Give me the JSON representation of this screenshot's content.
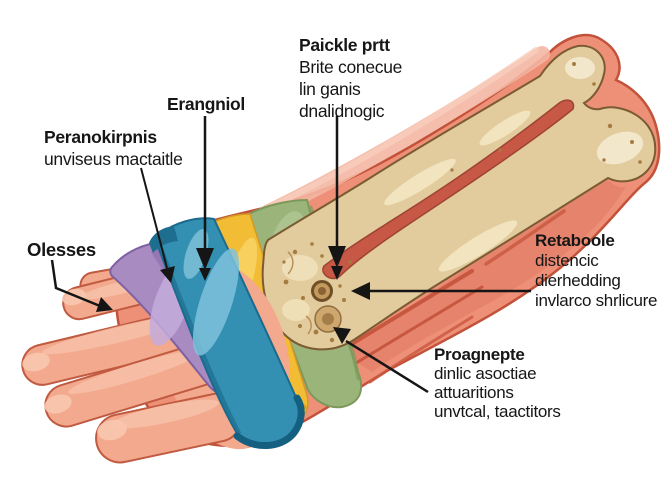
{
  "labels": {
    "paickle": {
      "title": "Paickle prtt",
      "line1": "Brite conecue",
      "line2": "lin ganis",
      "line3": "dnalidnogic"
    },
    "erangniol": {
      "title": "Erangniol"
    },
    "peranokirpnis": {
      "title": "Peranokirpnis",
      "line1": "unviseus mactaitle"
    },
    "olesses": {
      "title": "Olesses"
    },
    "retaboole": {
      "title": "Retaboole",
      "line1": "distencic",
      "line2": "dierhedding",
      "line3": "invlarco shrlicure"
    },
    "proagnepte": {
      "title": "Proagnepte",
      "line1": "dinlic asoctiae",
      "line2": "attuaritions",
      "line3": "unvtcal, taactitors"
    }
  },
  "colors": {
    "background": "#ffffff",
    "skin": "#ee9077",
    "skin_outline": "#c25239",
    "skin_deep": "#cb5c48",
    "finger": "#f3a98e",
    "band_purple": "#a88bc0",
    "band_teal": "#3390b3",
    "band_yellow": "#f2bc35",
    "band_green": "#9bb47a",
    "bone": "#e2cb9c",
    "bone_outline": "#7a5b33",
    "leader_line": "#151515"
  }
}
